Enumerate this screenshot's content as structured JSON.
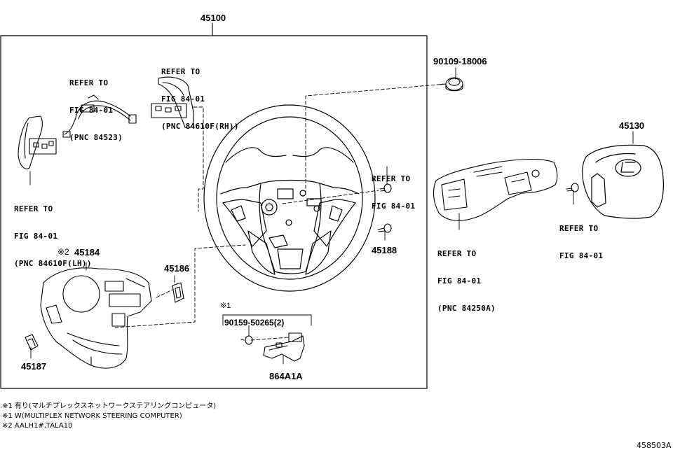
{
  "parts": {
    "p45100": "45100",
    "p45130": "45130",
    "p45184": "45184",
    "p45184_mark": "※2",
    "p45186": "45186",
    "p45187": "45187",
    "p45188": "45188",
    "p90109": "90109-18006",
    "p90159": "90159-50265(2)",
    "p864a1a": "864A1A",
    "mark1": "※1"
  },
  "refs": {
    "r84523": [
      "REFER TO",
      "FIG 84-01",
      "(PNC 84523)"
    ],
    "r84610rh": [
      "REFER TO",
      "FIG 84-01",
      "(PNC 84610F(RH))"
    ],
    "r84610lh": [
      "REFER TO",
      "FIG 84-01",
      "(PNC 84610F(LH))"
    ],
    "rcenter": [
      "REFER TO",
      "FIG 84-01"
    ],
    "r84250a": [
      "REFER TO",
      "FIG 84-01",
      "(PNC 84250A)"
    ],
    "rright": [
      "REFER TO",
      "FIG 84-01"
    ]
  },
  "notes": [
    "※1 有り(マルチプレックスネットワークステアリングコンピュータ)",
    "※1 W(MULTIPLEX NETWORK STEERING COMPUTER)",
    "※2 AALH1#,TALA10"
  ],
  "diagram_id": "458503A",
  "icons": {
    "logo": "lexus-emblem-icon"
  }
}
